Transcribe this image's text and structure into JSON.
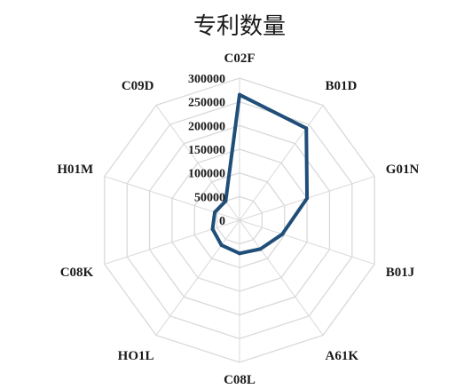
{
  "chart_data": {
    "type": "radar",
    "title": "专利数量",
    "categories": [
      "C02F",
      "B01D",
      "G01N",
      "B01J",
      "A61K",
      "C08L",
      "HO1L",
      "C08K",
      "H01M",
      "C09D"
    ],
    "series": [
      {
        "values": [
          265000,
          240000,
          150000,
          95000,
          75000,
          70000,
          65000,
          60000,
          55000,
          50000
        ],
        "color": "#1f4e79"
      }
    ],
    "rlim": [
      0,
      300000
    ],
    "ticks": [
      0,
      50000,
      100000,
      150000,
      200000,
      250000,
      300000
    ],
    "tick_labels": [
      "0",
      "50000",
      "100000",
      "150000",
      "200000",
      "250000",
      "300000"
    ],
    "grid": true,
    "legend": "none"
  }
}
